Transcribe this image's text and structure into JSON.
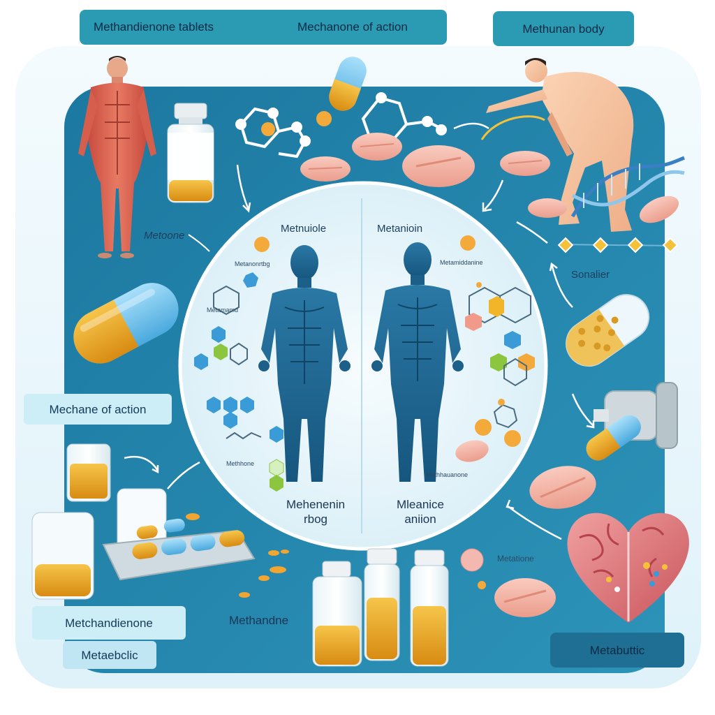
{
  "labels": {
    "top_title": "Methandienone tablets",
    "top_mechanism": "Mechanone of action",
    "top_right": "Methunan body",
    "left_muscle": "Metoone",
    "left_mechanism_box": "Mechane of action",
    "bottom_left_box": "Metchandienone",
    "bottom_left_sub": "Metaebclic",
    "bottom_center": "Methandne",
    "bottom_right_box": "Metabuttic",
    "circle_left_title": "Metnuiole",
    "circle_right_title": "Metanioin",
    "circle_left_caption": "Mehenenin\nrbog",
    "circle_right_caption": "Mleanice\naniion",
    "circle_left_small_1": "Metanonrtbg",
    "circle_left_small_2": "Metamamd",
    "circle_left_small_3": "Methhone",
    "circle_right_small_1": "Metamiddanine",
    "circle_right_small_2": "Methhauanone",
    "right_sonalier": "Sonalier",
    "right_metabolic": "Metatione"
  },
  "colors": {
    "outer_background": "#e6f5fb",
    "panel_blue": "#1d7fa6",
    "circle_light": "#eaf6fb",
    "body_blue": "#1f6a95",
    "accent_teal": "#2a9bb3",
    "tablet_pink": "#f3b3a6",
    "capsule_yellow": "#f2b52a",
    "capsule_blue": "#7cc7ef",
    "liquid_amber": "#e8a41e",
    "heart_red": "#d96b6f"
  },
  "icons": [
    "muscle-figure-icon",
    "vial-icon",
    "molecule-icon",
    "tablet-icon",
    "capsule-icon",
    "human-body-icon",
    "dna-icon",
    "blister-pack-icon",
    "dumbbell-icon",
    "heart-icon",
    "arrow-icon"
  ]
}
